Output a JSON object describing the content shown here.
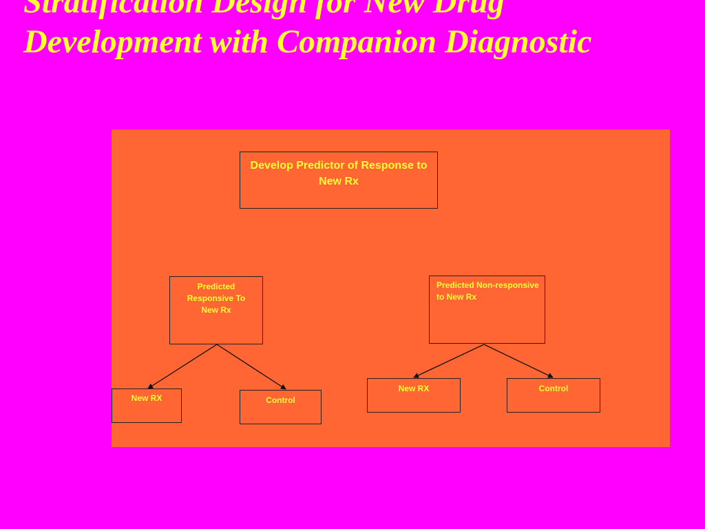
{
  "slide": {
    "title": "Stratification Design for New Drug Development with Companion Diagnostic"
  },
  "diagram": {
    "root": "Develop Predictor of Response to New Rx",
    "left_group": {
      "label": "Predicted Responsive To New Rx",
      "children": [
        "New RX",
        "Control"
      ]
    },
    "right_group": {
      "label": "Predicted Non-responsive to New Rx",
      "children": [
        "New RX",
        "Control"
      ]
    },
    "colors": {
      "background": "#ff00ff",
      "panel": "#ff6633",
      "text": "#ffff33",
      "lines": "#111111"
    }
  }
}
